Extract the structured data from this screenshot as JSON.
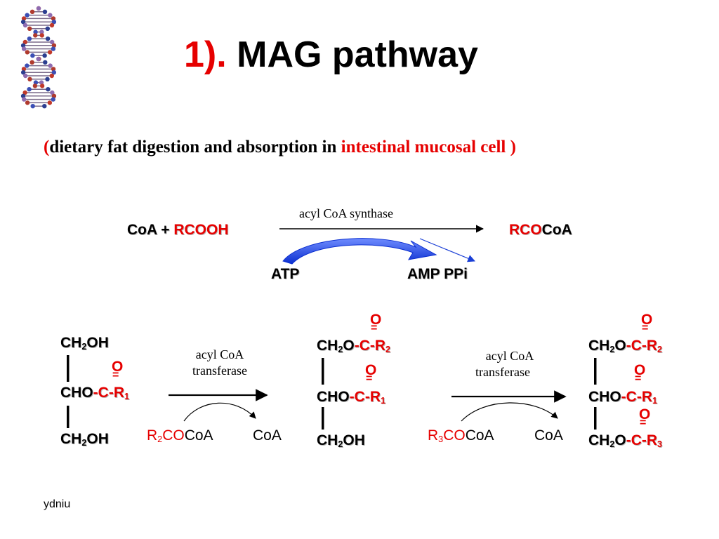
{
  "slide": {
    "title_number": "1).",
    "title_text": "MAG pathway",
    "subtitle_open": "(",
    "subtitle_main": "dietary fat digestion and absorption in ",
    "subtitle_highlight": "intestinal mucosal cell",
    "subtitle_close": " )",
    "footer": "ydniu"
  },
  "reaction1": {
    "enzyme": "acyl CoA synthase",
    "reactant_coa": "CoA + ",
    "reactant_rcooh": "RCOOH",
    "product_rco": "RCO",
    "product_coa": "CoA",
    "cofactor_in": "ATP",
    "cofactor_out": "AMP  PPi"
  },
  "step1": {
    "enzyme_line1": "acyl CoA",
    "enzyme_line2": "transferase",
    "donor_r": "R",
    "donor_sub": "2",
    "donor_co": "CO",
    "donor_coa": "CoA",
    "released": "CoA"
  },
  "step2": {
    "enzyme_line1": "acyl CoA",
    "enzyme_line2": "transferase",
    "donor_r": "R",
    "donor_sub": "3",
    "donor_co": "CO",
    "donor_coa": "CoA",
    "released": "CoA"
  },
  "molecules": {
    "ch2": "CH",
    "sub2": "2",
    "oh": "OH",
    "o_link": "O",
    "cho": "CHO",
    "acyl_c": "-C-R",
    "carbonyl_o": "O",
    "eq": "=",
    "r1": "1",
    "r2": "2",
    "r3": "3"
  },
  "colors": {
    "accent_red": "#e60000",
    "arrow_blue": "#1a3fd6"
  },
  "icons": [
    "dna-helix-icon"
  ]
}
